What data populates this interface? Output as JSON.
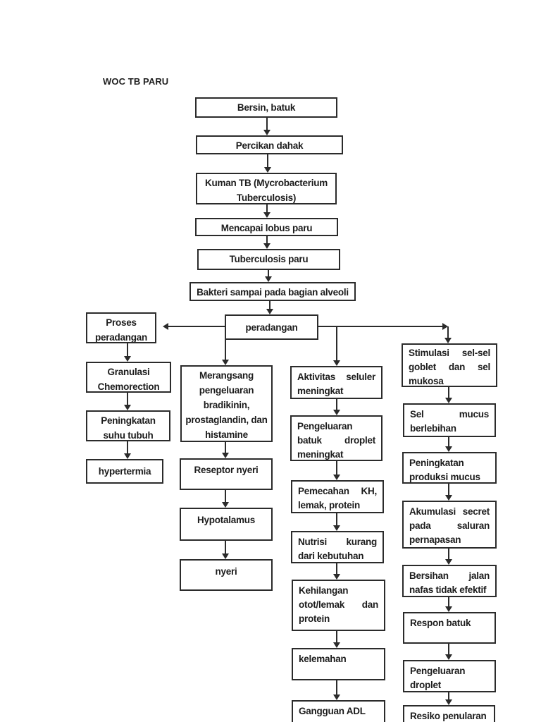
{
  "document_title": "WOC TB PARU",
  "colors": {
    "ink": "#1c1c1c",
    "border": "#2b2b2b",
    "background": "#ffffff"
  },
  "flowchart": {
    "type": "flowchart",
    "main_chain": [
      {
        "id": "bersin-batuk",
        "label": "Bersin, batuk"
      },
      {
        "id": "percikan-dahak",
        "label": "Percikan dahak"
      },
      {
        "id": "kuman-tb",
        "label": "Kuman TB (Mycrobacterium Tuberculosis)"
      },
      {
        "id": "mencapai-lobus-paru",
        "label": "Mencapai lobus paru"
      },
      {
        "id": "tuberculosis-paru",
        "label": "Tuberculosis paru"
      },
      {
        "id": "bakteri-alveoli",
        "label": "Bakteri sampai pada bagian alveoli"
      },
      {
        "id": "peradangan",
        "label": "peradangan"
      }
    ],
    "inflammation_branch": [
      {
        "id": "proses-peradangan",
        "label": "Proses peradangan"
      },
      {
        "id": "granulasi-chemorection",
        "label": "Granulasi Chemorection"
      },
      {
        "id": "peningkatan-suhu-tubuh",
        "label": "Peningkatan suhu tubuh"
      },
      {
        "id": "hypertermia",
        "label": "hypertermia"
      }
    ],
    "pain_branch": [
      {
        "id": "merangsang-pengeluaran",
        "label": "Merangsang pengeluaran bradikinin, prostaglandin, dan histamine"
      },
      {
        "id": "reseptor-nyeri",
        "label": "Reseptor nyeri"
      },
      {
        "id": "hypotalamus",
        "label": "Hypotalamus"
      },
      {
        "id": "nyeri",
        "label": "nyeri"
      }
    ],
    "cellular_branch": [
      {
        "id": "aktivitas-seluler",
        "label": "Aktivitas seluler meningkat"
      },
      {
        "id": "pengeluaran-batuk-droplet",
        "label": "Pengeluaran batuk droplet meningkat"
      },
      {
        "id": "pemecahan-kh",
        "label": "Pemecahan KH, lemak, protein"
      },
      {
        "id": "nutrisi-kurang",
        "label": "Nutrisi kurang dari kebutuhan"
      },
      {
        "id": "kehilangan-otot",
        "label": "Kehilangan otot/lemak dan protein"
      },
      {
        "id": "kelemahan",
        "label": "kelemahan"
      },
      {
        "id": "gangguan-adl",
        "label": "Gangguan ADL"
      }
    ],
    "mucus_branch": [
      {
        "id": "stimulasi-sel-goblet",
        "label": "Stimulasi sel-sel goblet dan sel mukosa"
      },
      {
        "id": "sel-mucus-berlebihan",
        "label": "Sel mucus berlebihan"
      },
      {
        "id": "peningkatan-produksi-mucus",
        "label": "Peningkatan produksi mucus"
      },
      {
        "id": "akumulasi-secret",
        "label": "Akumulasi secret pada saluran pernapasan"
      },
      {
        "id": "bersihan-jalan-nafas",
        "label": "Bersihan jalan nafas tidak efektif"
      },
      {
        "id": "respon-batuk",
        "label": "Respon batuk"
      },
      {
        "id": "pengeluaran-droplet",
        "label": "Pengeluaran droplet"
      },
      {
        "id": "resiko-penularan",
        "label": "Resiko penularan"
      }
    ]
  }
}
